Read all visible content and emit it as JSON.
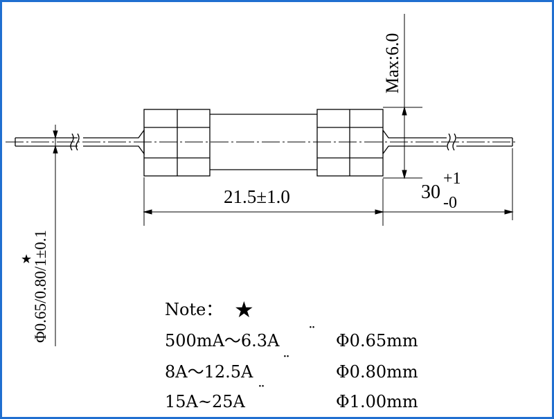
{
  "dimensions": {
    "height_max": "Max:6.0",
    "body_length": "21.5±1.0",
    "lead_length_base": "30",
    "lead_length_tol_plus": "+1",
    "lead_length_tol_minus": "-0",
    "lead_diameter_star": "★",
    "lead_diameter_prefix": "Φ0.65/0",
    "lead_diameter_suffix": ".80/1±0.1"
  },
  "note": {
    "label": "Note：",
    "star": "★",
    "rows": [
      {
        "current": "500mA〜6.3A",
        "mark": "¨",
        "diameter": "Φ0.65mm"
      },
      {
        "current": "8A〜12.5A",
        "mark": "¨",
        "diameter": "Φ0.80mm"
      },
      {
        "current": "15A~25A",
        "mark": "¨",
        "diameter": "Φ1.00mm"
      }
    ]
  },
  "colors": {
    "frame": "#1f6fd0",
    "line": "#000000"
  }
}
